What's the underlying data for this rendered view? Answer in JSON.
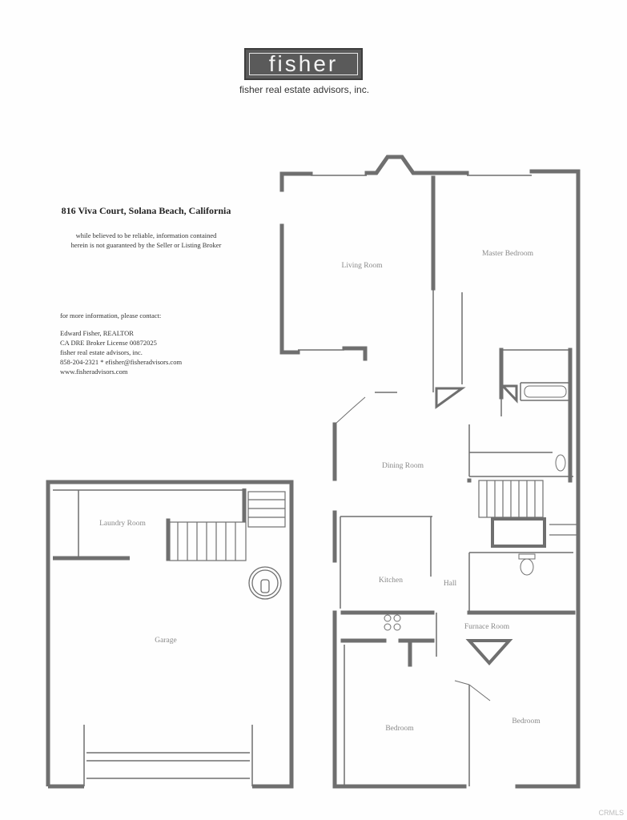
{
  "header": {
    "logo_text": "fisher",
    "tagline": "fisher real estate advisors, inc."
  },
  "listing": {
    "address": "816 Viva Court, Solana Beach, California",
    "disclaimer_line1": "while believed to be reliable, information contained",
    "disclaimer_line2": "herein is not guaranteed by the Seller or Listing Broker"
  },
  "contact": {
    "intro": "for more information, please contact:",
    "name": "Edward Fisher, REALTOR",
    "license": "CA DRE Broker License 00872025",
    "company": "fisher real estate advisors, inc.",
    "phone_email": "858-204-2321 * efisher@fisheradvisors.com",
    "website": "www.fisheradvisors.com"
  },
  "rooms": {
    "living": "Living Room",
    "master": "Master Bedroom",
    "dining": "Dining Room",
    "kitchen": "Kitchen",
    "hall": "Hall",
    "furnace": "Furnace Room",
    "bedroom_left": "Bedroom",
    "bedroom_right": "Bedroom",
    "laundry": "Laundry Room",
    "garage": "Garage"
  },
  "footer": {
    "credit": "CRMLS"
  }
}
